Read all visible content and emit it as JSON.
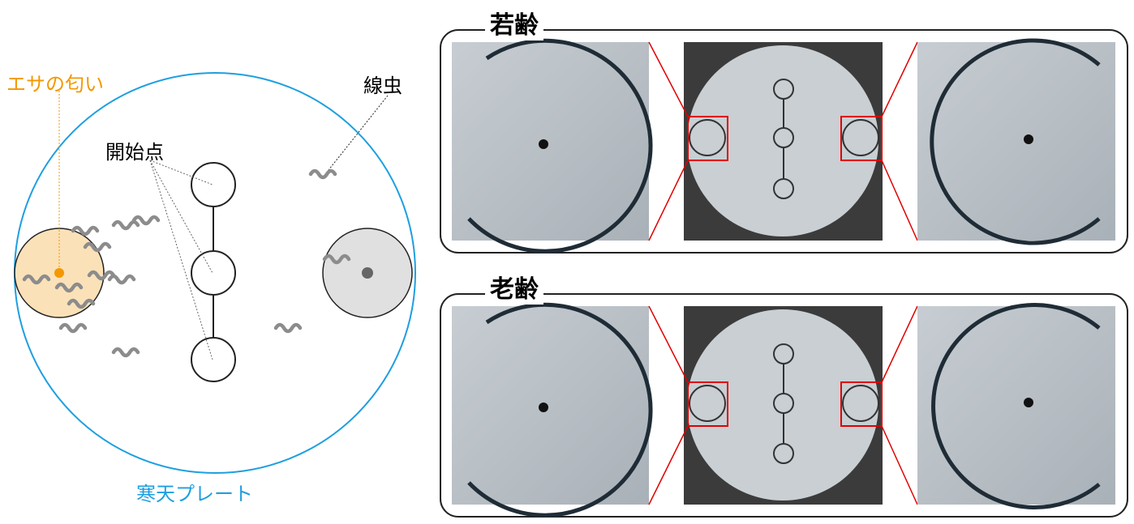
{
  "labels": {
    "food_odor": "エサの匂い",
    "start_point": "開始点",
    "nematode": "線虫",
    "agar_plate": "寒天プレート"
  },
  "panels": [
    {
      "title": "若齢"
    },
    {
      "title": "老齢"
    }
  ],
  "colors": {
    "food": "#f39800",
    "plate": "#1e9fe0",
    "zoom": "#e00000"
  }
}
